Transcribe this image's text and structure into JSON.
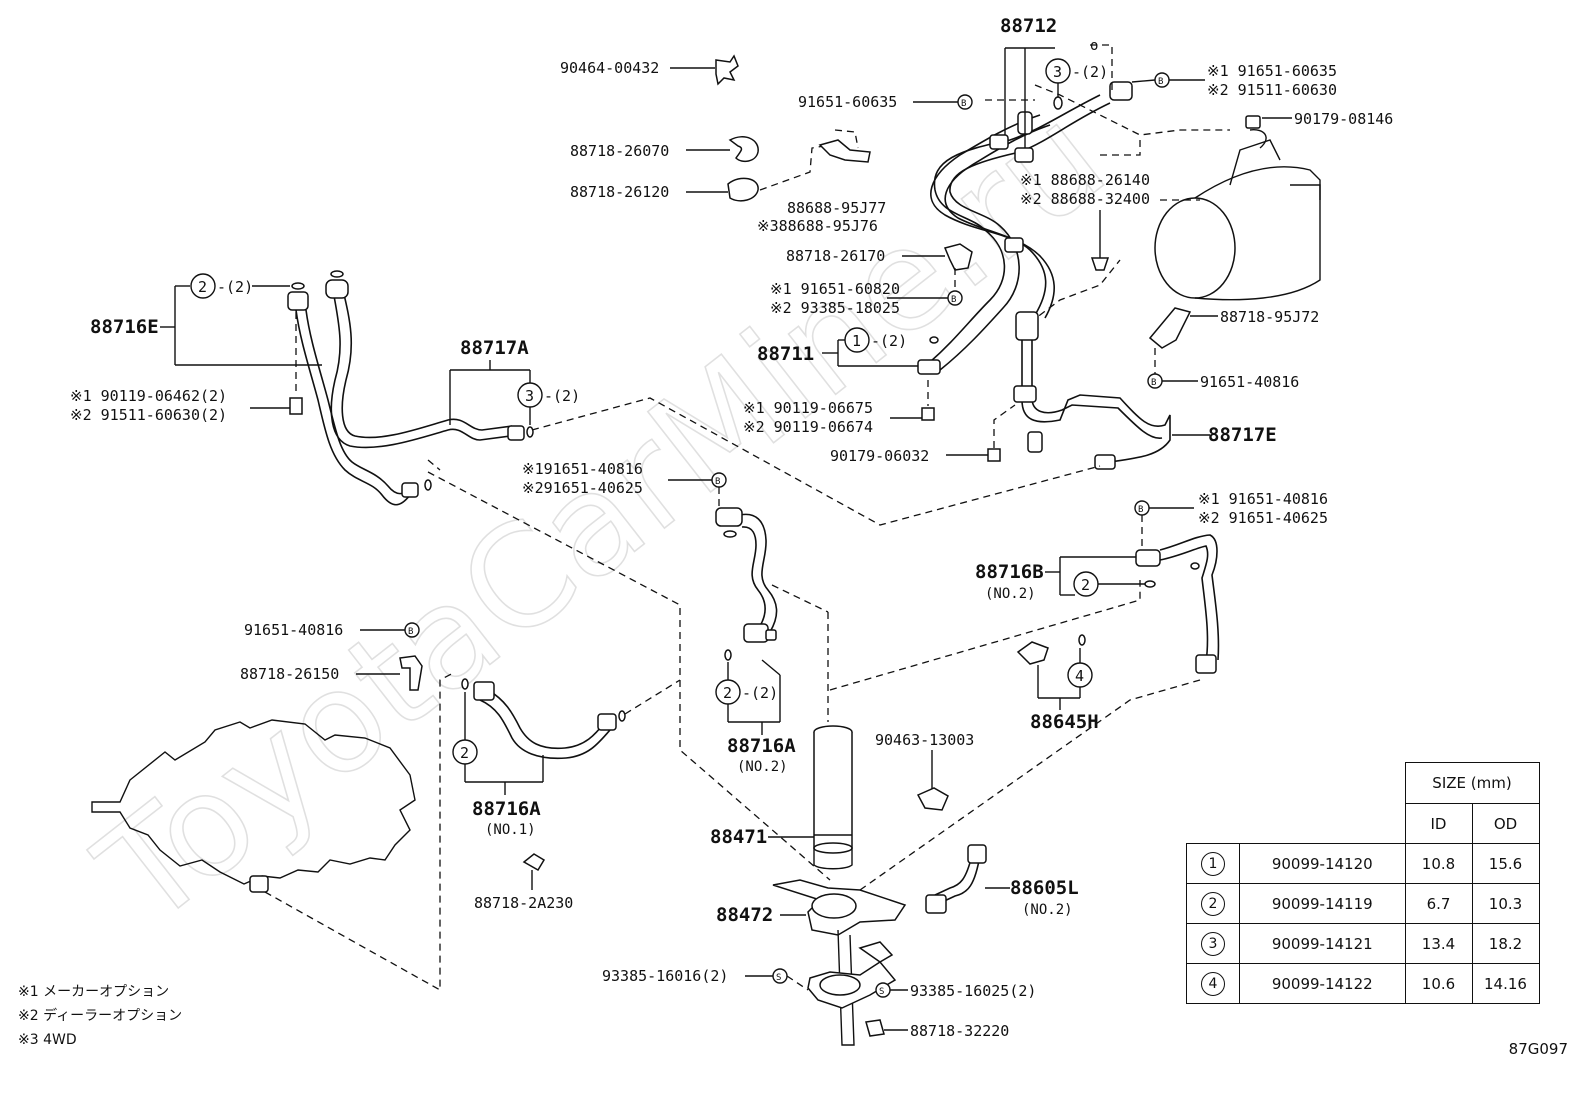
{
  "watermark": "ToyotaCarMine.ru",
  "legend": [
    "※1 メーカーオプション",
    "※2 ディーラーオプション",
    "※3 4WD"
  ],
  "diagram_code": "87G097",
  "labels": {
    "p88712": "88712",
    "p90464": "90464-00432",
    "p91651_60635": "91651-60635",
    "p_opt_60635": "※1 91651-60635",
    "p_opt_60630": "※2 91511-60630",
    "p90179_08146": "90179-08146",
    "p88718_26070": "88718-26070",
    "p88718_26120": "88718-26120",
    "p88688_95J77": "88688-95J77",
    "p88688_95J76": "※388688-95J76",
    "p_opt_26140": "※1 88688-26140",
    "p_opt_32400": "※2 88688-32400",
    "p88718_26170": "88718-26170",
    "p_opt_60820": "※1 91651-60820",
    "p_opt_18025": "※2 93385-18025",
    "p88716E": "88716E",
    "p_opt_06462": "※1 90119-06462(2)",
    "p_opt_60630_2": "※2 91511-60630(2)",
    "p88717A": "88717A",
    "p88711": "88711",
    "p88718_95J72": "88718-95J72",
    "p91651_40816_a": "91651-40816",
    "p_opt_06675": "※1 90119-06675",
    "p_opt_06674": "※2 90119-06674",
    "p88717E": "88717E",
    "p90179_06032": "90179-06032",
    "p_opt_40816_b": "※191651-40816",
    "p_opt_40625_b": "※291651-40625",
    "p_opt_40816_c": "※1 91651-40816",
    "p_opt_40625_c": "※2 91651-40625",
    "p88716B": "88716B",
    "p88716B_sub": "(NO.2)",
    "p91651_40816_d": "91651-40816",
    "p88718_26150": "88718-26150",
    "p88716A_2": "88716A",
    "p88716A_2_sub": "(NO.2)",
    "p88645H": "88645H",
    "p90463": "90463-13003",
    "p88716A_1": "88716A",
    "p88716A_1_sub": "(NO.1)",
    "p88471": "88471",
    "p88718_2A230": "88718-2A230",
    "p88472": "88472",
    "p88605L": "88605L",
    "p88605L_sub": "(NO.2)",
    "p93385_16016": "93385-16016(2)",
    "p93385_16025": "93385-16025(2)",
    "p88718_32220": "88718-32220",
    "qty2": "-(2)",
    "sym_b": "B",
    "sym_s": "S",
    "c1": "1",
    "c2": "2",
    "c3": "3",
    "c4": "4"
  },
  "size_table": {
    "header": "SIZE (mm)",
    "col_id": "ID",
    "col_od": "OD",
    "rows": [
      {
        "ref": "1",
        "part": "90099-14120",
        "id": "10.8",
        "od": "15.6"
      },
      {
        "ref": "2",
        "part": "90099-14119",
        "id": "6.7",
        "od": "10.3"
      },
      {
        "ref": "3",
        "part": "90099-14121",
        "id": "13.4",
        "od": "18.2"
      },
      {
        "ref": "4",
        "part": "90099-14122",
        "id": "10.6",
        "od": "14.16"
      }
    ]
  }
}
